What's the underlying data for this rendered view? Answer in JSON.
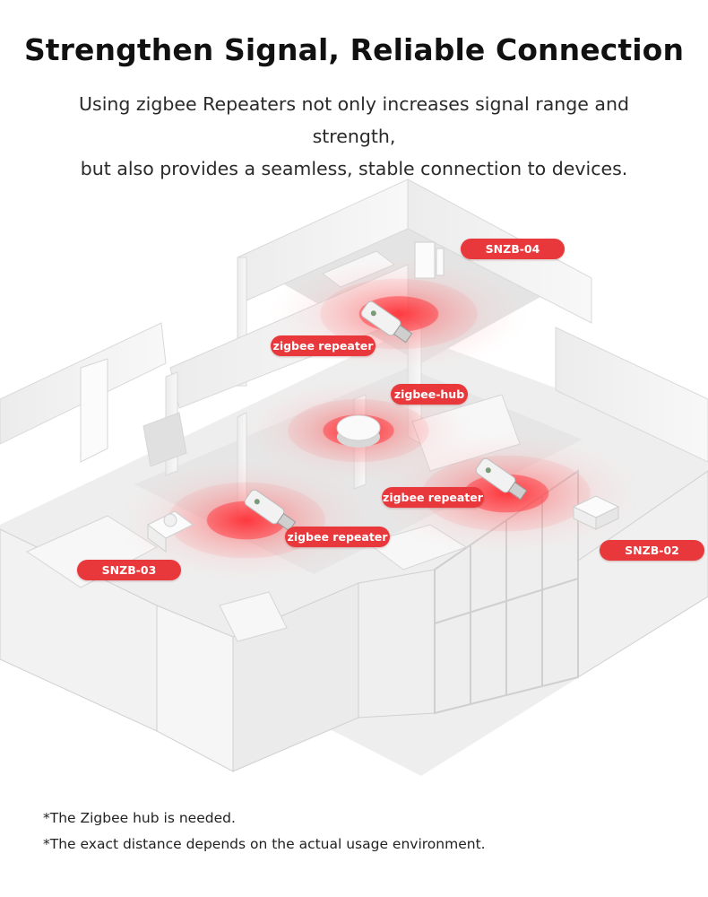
{
  "title": "Strengthen Signal, Reliable Connection",
  "subtitle_lines": [
    "Using zigbee Repeaters not only increases signal range and strength,",
    "but also provides a seamless, stable connection to devices."
  ],
  "labels": {
    "snzb04": "SNZB-04",
    "repeater_top": "zigbee repeater",
    "hub": "zigbee-hub",
    "repeater_right": "zigbee repeater",
    "repeater_left": "zigbee repeater",
    "snzb03": "SNZB-03",
    "snzb02": "SNZB-02"
  },
  "footnotes": [
    "*The Zigbee hub is needed.",
    "*The exact distance depends on the actual usage environment."
  ],
  "colors": {
    "accent": "#e8383c",
    "signal": "#ff5a5a",
    "wall": "#f4f4f4",
    "floor": "#e9e9e9"
  }
}
